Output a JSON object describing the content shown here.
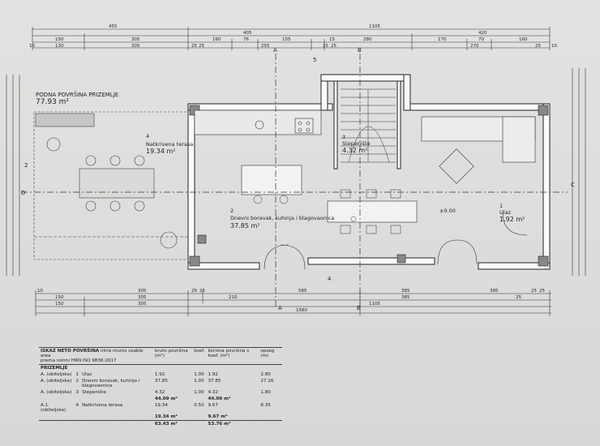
{
  "floor_label": {
    "title": "PODNA POVRŠINA PRIZEMLJE",
    "area": "77.93 m²"
  },
  "rooms": [
    {
      "num": "1",
      "name": "Ulaz",
      "area": "1.92 m²"
    },
    {
      "num": "2",
      "name": "Dnevni boravak, kuhinja i blagovaonica",
      "area": "37.85 m²"
    },
    {
      "num": "3",
      "name": "Stepenište",
      "area": "4.32 m²"
    },
    {
      "num": "4",
      "name": "Natkrivena terasa",
      "area": "19.34 m²"
    }
  ],
  "level_mark": "±0.00",
  "top_dims": {
    "row1": [
      "455",
      "1105"
    ],
    "row2": [
      "405",
      "420"
    ],
    "row3": [
      "150",
      "305",
      "160",
      "76",
      "155",
      "15",
      "280",
      "170",
      "70",
      "160"
    ],
    "row4": [
      "10",
      "130",
      "305",
      "25",
      "25",
      "255",
      "25",
      "25",
      "270",
      "25",
      "10"
    ]
  },
  "bottom_dims": {
    "row1": [
      "10",
      "305",
      "25",
      "25",
      "210",
      "385",
      "395",
      "25",
      "25"
    ],
    "row2": [
      "150",
      "305",
      "585",
      "385",
      "25"
    ],
    "row3": [
      "150",
      "305",
      "1560",
      "1105"
    ]
  },
  "section_marks": {
    "a": "A",
    "b": "B",
    "c": "C",
    "d": "D",
    "cut2": "2",
    "cut5": "5",
    "cut4": "4"
  },
  "table": {
    "title": "ISKAZ NETO POVRŠINA",
    "subtitle": "intra muros usable area",
    "col_norm": "prema normi HRN ISO 9836:2017",
    "col_area": "bruto površina (m²)",
    "col_koef": "koef.",
    "col_koef_area": "korisna površina s koef. (m²)",
    "col_opseg": "opseg (m)",
    "section": "PRIZEMLJE",
    "rows": [
      {
        "code": "A. (obiteljska)",
        "num": "1",
        "name": "Ulaz",
        "area": "1.92",
        "koef": "1.00",
        "k_area": "1.92",
        "opseg": "2.80"
      },
      {
        "code": "A. (obiteljska)",
        "num": "2",
        "name": "Dnevni boravak, kuhinja i blagovaonica",
        "area": "37.85",
        "koef": "1.00",
        "k_area": "37.85",
        "opseg": "27.16"
      },
      {
        "code": "A. (obiteljska)",
        "num": "3",
        "name": "Stepenište",
        "area": "4.32",
        "koef": "1.00",
        "k_area": "4.32",
        "opseg": "1.80"
      },
      {
        "code": "",
        "num": "",
        "name": "",
        "area": "44.09 m²",
        "koef": "",
        "k_area": "44.09 m²",
        "opseg": ""
      },
      {
        "code": "A.1. (obiteljska)",
        "num": "4",
        "name": "Natkrivena terasa",
        "area": "19.34",
        "koef": "0.50",
        "k_area": "9.67",
        "opseg": "8.35"
      },
      {
        "code": "",
        "num": "",
        "name": "",
        "area": "19.34 m²",
        "koef": "",
        "k_area": "9.67 m²",
        "opseg": ""
      },
      {
        "code": "",
        "num": "",
        "name": "",
        "area": "63.43 m²",
        "koef": "",
        "k_area": "53.76 m²",
        "opseg": ""
      }
    ]
  }
}
